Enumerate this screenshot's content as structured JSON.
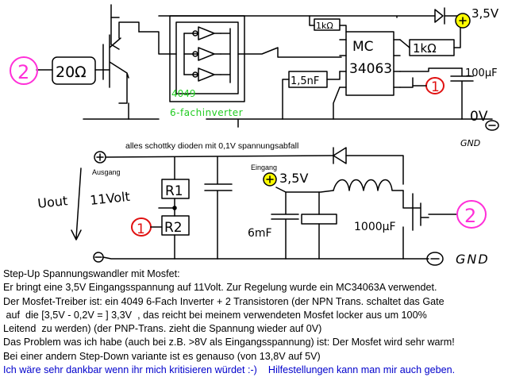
{
  "schematic": {
    "top": {
      "resistor_in": "20Ω",
      "node_left": "2",
      "ic_name_line1": "MC",
      "ic_name_line2": "34063",
      "r_top": "1kΩ",
      "r_right": "1kΩ",
      "cap_timing": "1,5nF",
      "cap_out": "100μF",
      "supply": "3,5V",
      "node_right": "1",
      "inverter_part": "4049",
      "inverter_desc": "6-fachinverter",
      "ground_label": "0V",
      "gnd": "GND"
    },
    "bottom": {
      "note": "alles schottky dioden mit 0,1V spannungsabfall",
      "output_label": "Ausgang",
      "input_label": "Eingang",
      "input_voltage": "3,5V",
      "r1": "R1",
      "r2": "R2",
      "uout": "Uout",
      "uout_value": "11Volt",
      "node_left": "1",
      "cap_small": "6mF",
      "cap_big": "1000μF",
      "mosfet_node": "2",
      "gnd": "GND"
    }
  },
  "description": {
    "lines": [
      "Step-Up Spannungswandler mit Mosfet:",
      "Er bringt eine 3,5V Eingangsspannung auf 11Volt. Zur Regelung wurde ein MC34063A verwendet.",
      "Der Mosfet-Treiber ist: ein 4049 6-Fach Inverter + 2 Transistoren (der NPN Trans. schaltet das Gate",
      " auf  die [3,5V - 0,2V = ] 3,3V  , das reicht bei meinem verwendeten Mosfet locker aus um 100%",
      "Leitend  zu werden) (der PNP-Trans. zieht die Spannung wieder auf 0V)",
      "Das Problem was ich habe (auch bei z.B. >8V als Eingangsspannung) ist: Der Mosfet wird sehr warm!",
      "Bei einer andern Step-Down variante ist es genauso (von 13,8V auf 5V)"
    ],
    "closing_left": "Ich wäre sehr dankbar wenn ihr mich kritisieren würdet :-)",
    "closing_right": "Hilfestellungen kann man mir auch geben."
  },
  "colors": {
    "pink": "#ff2fd8",
    "red": "#e01010",
    "yellow": "#ffff00",
    "green": "#22cc22",
    "blue": "#0000cc"
  }
}
